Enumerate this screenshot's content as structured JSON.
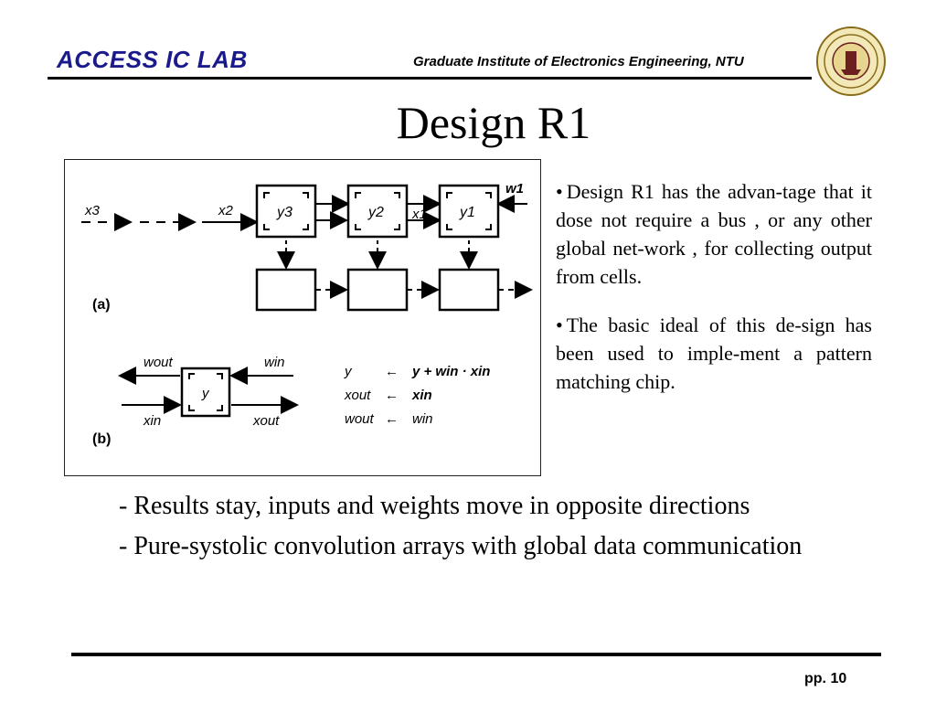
{
  "header": {
    "lab_name": "ACCESS IC LAB",
    "institute": "Graduate Institute of Electronics Engineering, NTU"
  },
  "colors": {
    "lab_name": "#1a1a8c",
    "rule": "#000000"
  },
  "slide": {
    "title": "Design R1",
    "page": "pp. 10"
  },
  "figure": {
    "part_a": {
      "label": "(a)",
      "inputs": [
        "x3",
        "x2",
        "x1"
      ],
      "weight": "w1",
      "cells": [
        "y3",
        "y2",
        "y1"
      ]
    },
    "part_b": {
      "label": "(b)",
      "cell": "y",
      "w_out": "wout",
      "w_in": "win",
      "x_in": "xin",
      "x_out": "xout",
      "equations": [
        {
          "lhs": "y",
          "op": "←",
          "rhs": "y + win · xin"
        },
        {
          "lhs": "xout",
          "op": "←",
          "rhs": "xin"
        },
        {
          "lhs": "wout",
          "op": "←",
          "rhs": "win"
        }
      ]
    }
  },
  "bullets": [
    "Design R1 has the advan-tage that it dose not require a bus , or any other global net-work , for collecting output from cells.",
    "The basic ideal of this de-sign has been used to imple-ment a pattern matching chip."
  ],
  "points": [
    "- Results stay, inputs and weights move in opposite directions",
    "- Pure-systolic convolution arrays with global data communication"
  ]
}
